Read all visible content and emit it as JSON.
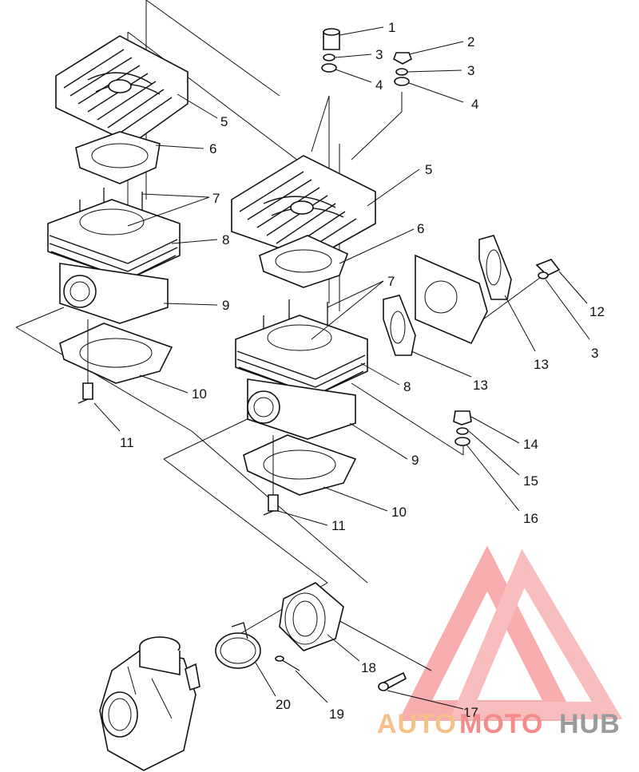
{
  "callouts": [
    {
      "id": "c1",
      "text": "1"
    },
    {
      "id": "c2",
      "text": "2"
    },
    {
      "id": "c3a",
      "text": "3"
    },
    {
      "id": "c3b",
      "text": "3"
    },
    {
      "id": "c3c",
      "text": "3"
    },
    {
      "id": "c4a",
      "text": "4"
    },
    {
      "id": "c4b",
      "text": "4"
    },
    {
      "id": "c5a",
      "text": "5"
    },
    {
      "id": "c5b",
      "text": "5"
    },
    {
      "id": "c6a",
      "text": "6"
    },
    {
      "id": "c6b",
      "text": "6"
    },
    {
      "id": "c7a",
      "text": "7"
    },
    {
      "id": "c7b",
      "text": "7"
    },
    {
      "id": "c8a",
      "text": "8"
    },
    {
      "id": "c8b",
      "text": "8"
    },
    {
      "id": "c9a",
      "text": "9"
    },
    {
      "id": "c9b",
      "text": "9"
    },
    {
      "id": "c10a",
      "text": "10"
    },
    {
      "id": "c10b",
      "text": "10"
    },
    {
      "id": "c11a",
      "text": "11"
    },
    {
      "id": "c11b",
      "text": "11"
    },
    {
      "id": "c12",
      "text": "12"
    },
    {
      "id": "c13a",
      "text": "13"
    },
    {
      "id": "c13b",
      "text": "13"
    },
    {
      "id": "c14",
      "text": "14"
    },
    {
      "id": "c15",
      "text": "15"
    },
    {
      "id": "c16",
      "text": "16"
    },
    {
      "id": "c17",
      "text": "17"
    },
    {
      "id": "c18",
      "text": "18"
    },
    {
      "id": "c19",
      "text": "19"
    },
    {
      "id": "c20",
      "text": "20"
    }
  ],
  "watermark": {
    "part1": "AUTO",
    "part2": "MOTO",
    "part3": "HUB",
    "colors": {
      "auto": "#f7c08a",
      "moto": "#f48a8a",
      "hub": "#9a9a9a",
      "triangle": "#f26b6b"
    }
  }
}
